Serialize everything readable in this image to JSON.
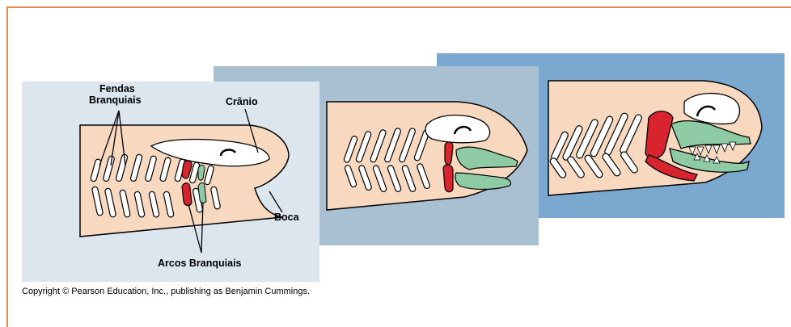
{
  "labels": {
    "fendas_line1": "Fendas",
    "fendas_line2": "Branquiais",
    "cranio": "Crânio",
    "boca": "Boca",
    "arcos": "Arcos Branquiais"
  },
  "copyright": "Copyright © Pearson Education, Inc., publishing as Benjamin Cummings.",
  "colors": {
    "frame_border": "#e58a4e",
    "panel_1_bg": "#dbe6ef",
    "panel_2_bg": "#a9bfd2",
    "panel_3_bg": "#7aa8cf",
    "body_skin": "#f8d9bf",
    "gill_arch_red": "#d8242f",
    "jaw_green": "#8ecba5",
    "skull_white": "#ffffff"
  }
}
